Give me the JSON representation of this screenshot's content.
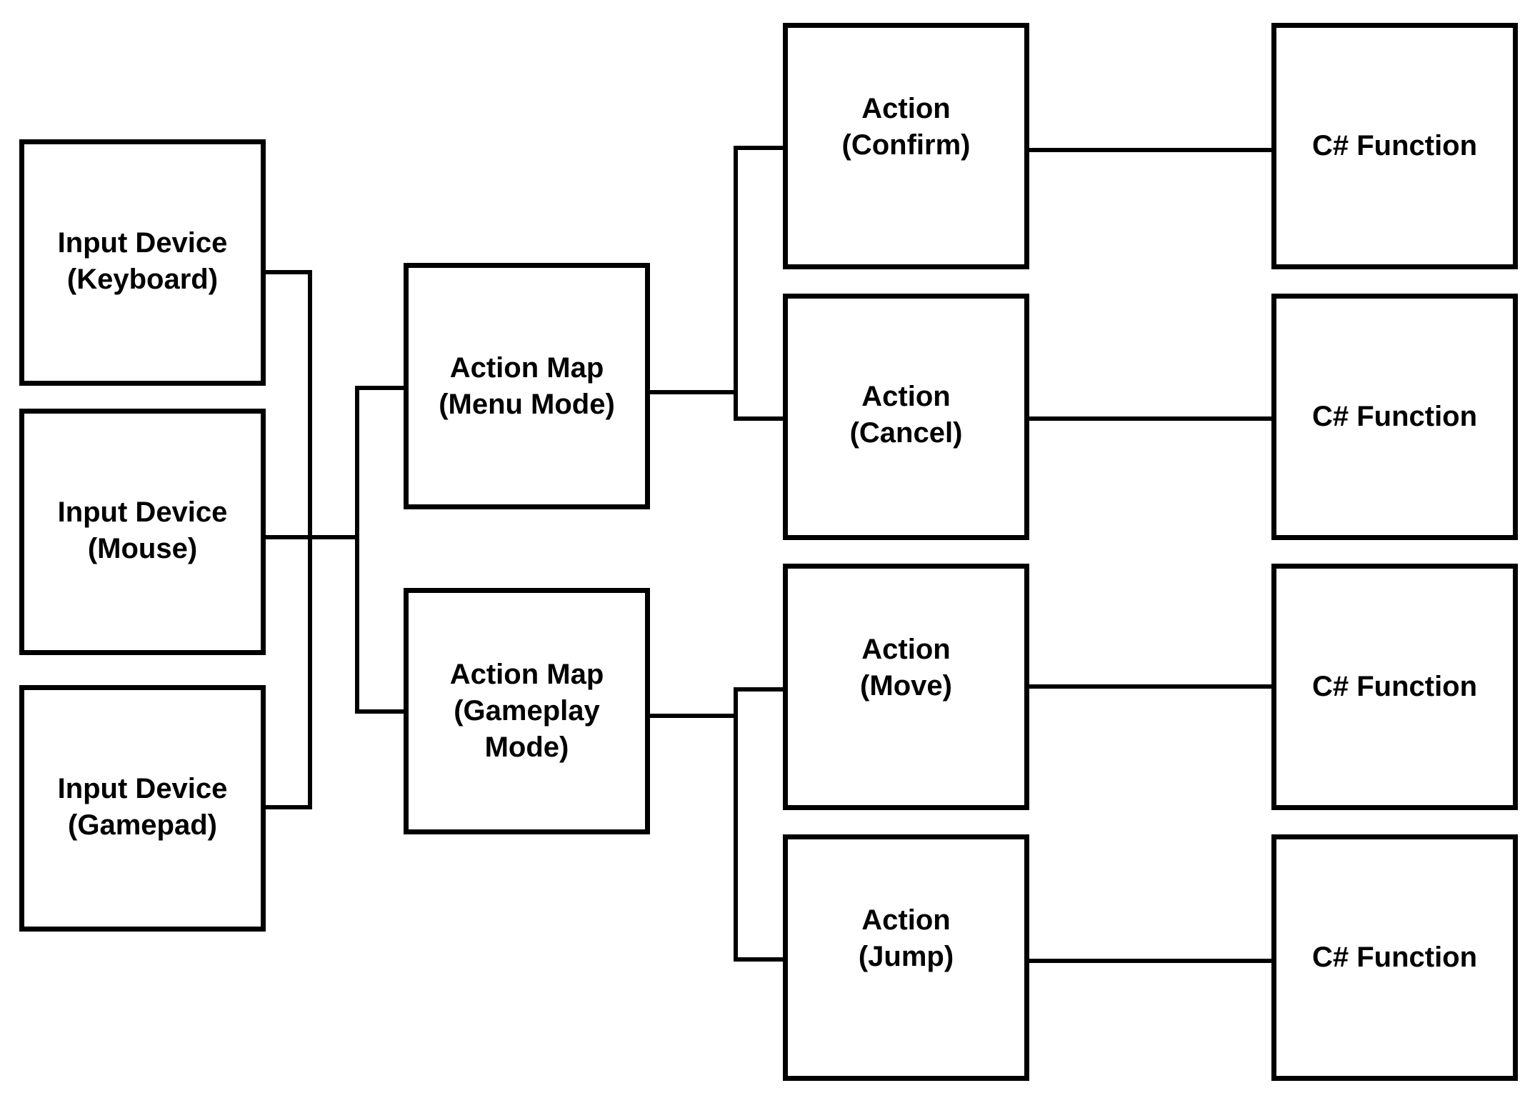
{
  "diagram": {
    "inputs": {
      "keyboard": "Input Device\n(Keyboard)",
      "mouse": "Input Device\n(Mouse)",
      "gamepad": "Input Device\n(Gamepad)"
    },
    "action_maps": {
      "menu": "Action Map\n(Menu Mode)",
      "gameplay": "Action Map\n(Gameplay\nMode)"
    },
    "actions": {
      "confirm": "Action\n(Confirm)",
      "cancel": "Action\n(Cancel)",
      "move": "Action\n(Move)",
      "jump": "Action\n(Jump)"
    },
    "functions": {
      "fn1": "C# Function",
      "fn2": "C# Function",
      "fn3": "C# Function",
      "fn4": "C# Function"
    },
    "colors": {
      "stroke": "#000000",
      "background": "#ffffff"
    }
  }
}
